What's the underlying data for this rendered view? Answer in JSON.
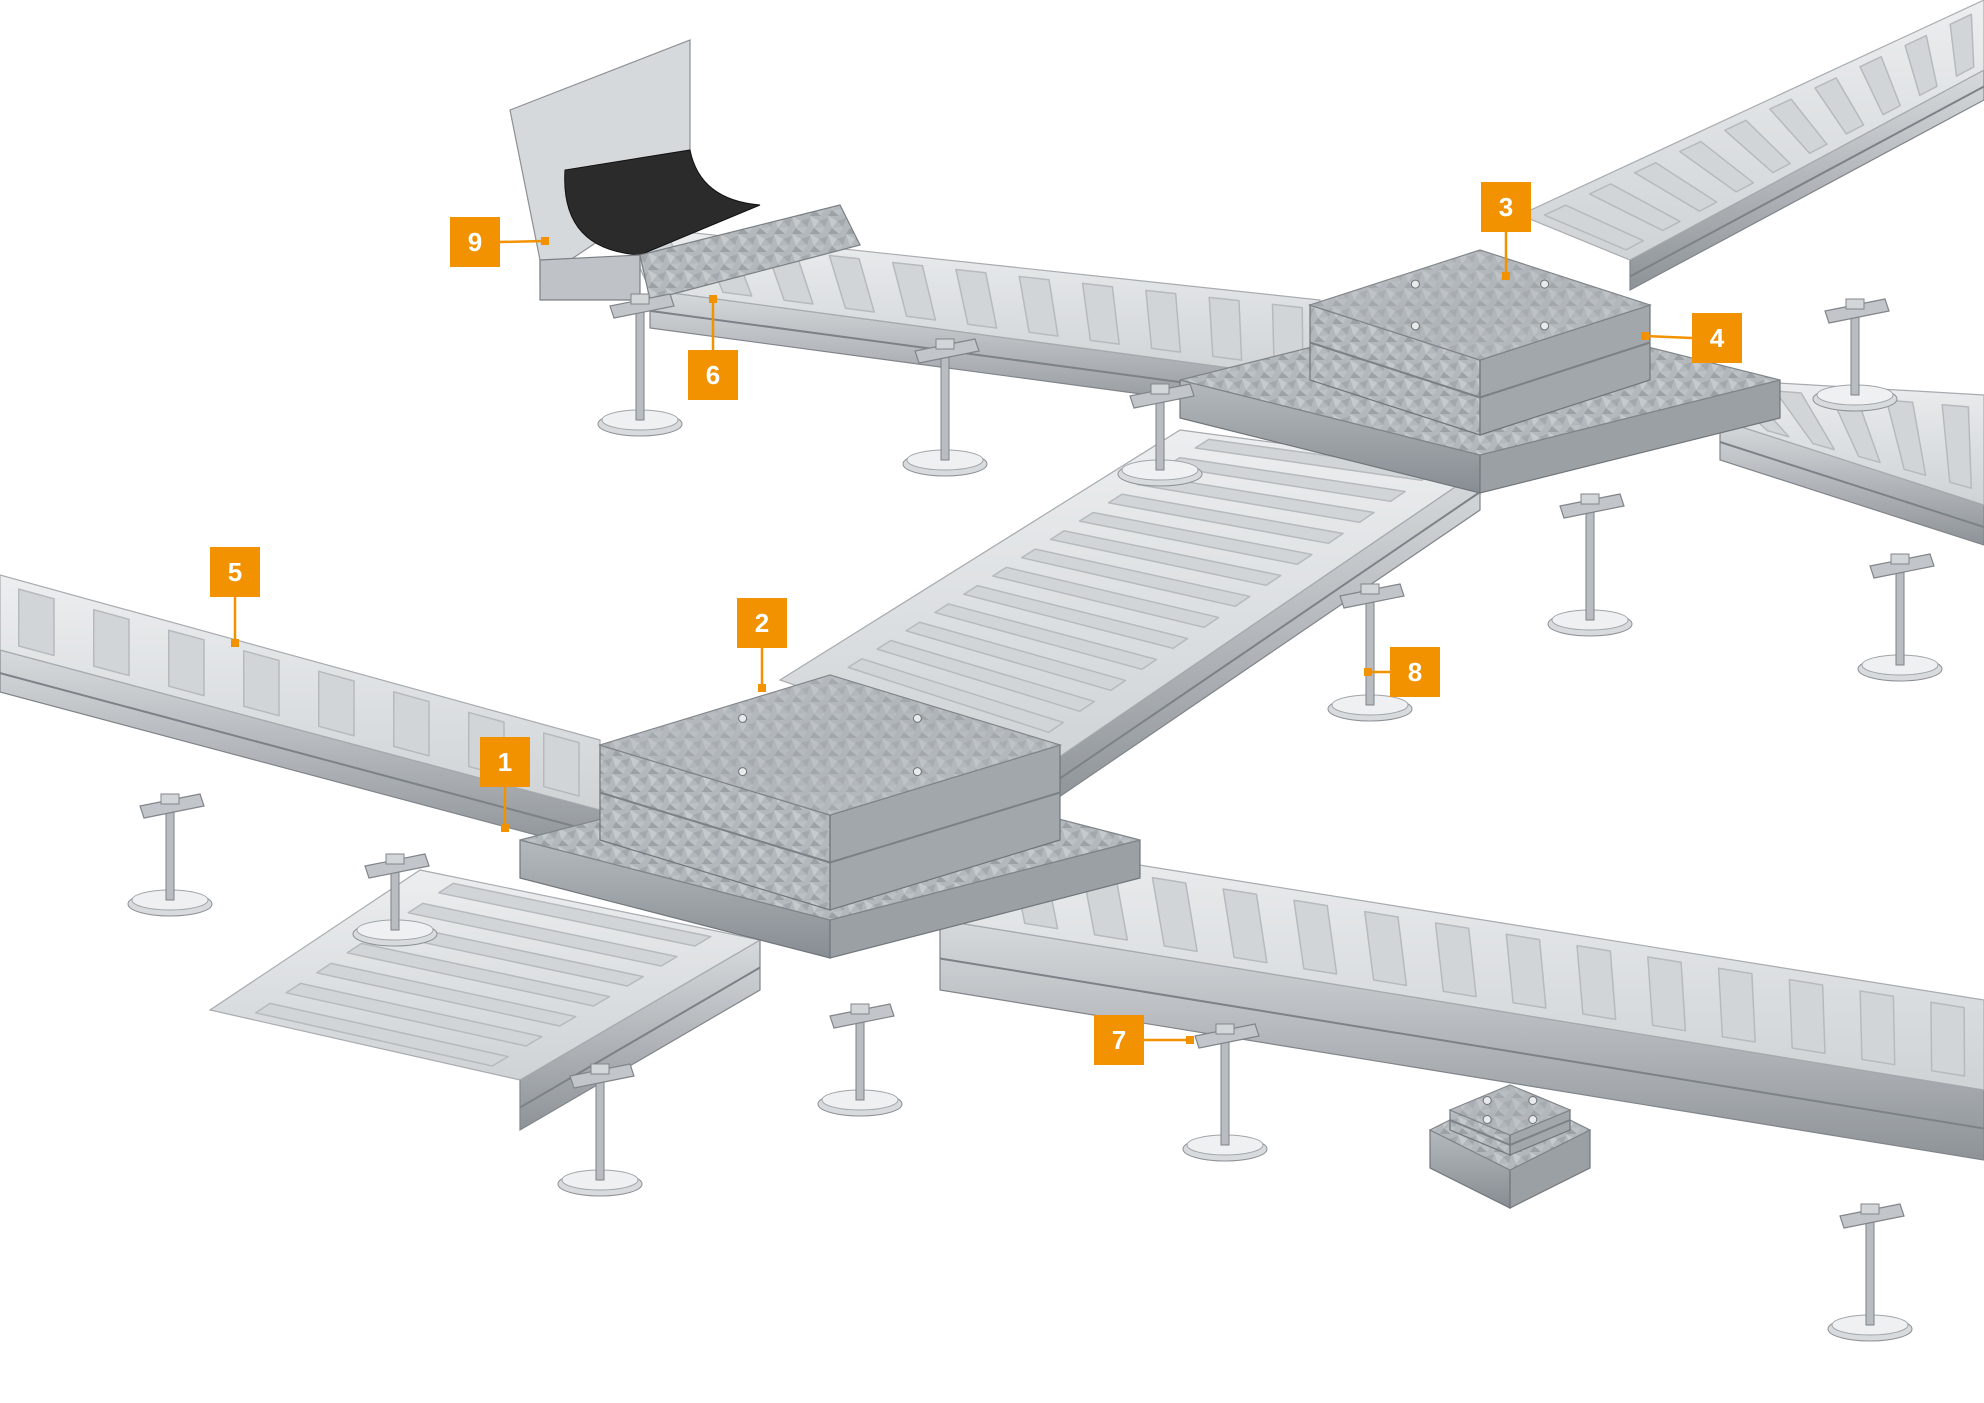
{
  "scene": {
    "description_visible_text": false
  },
  "colors": {
    "callout_orange": "#F39200",
    "callout_text": "#ffffff",
    "leader_line": "#F39200",
    "steel_light": "#e4e6e8",
    "steel_mid": "#c9cdd0",
    "steel_dark": "#9ea3a7",
    "galvanized": "#b7bcc0",
    "galvanized_dark": "#8f959a",
    "slot": "#d2d5d8",
    "slot_edge": "#f4f5f6",
    "rubber": "#2b2b2b"
  },
  "callouts": [
    {
      "id": "1",
      "label": "1",
      "name": "callout-1"
    },
    {
      "id": "2",
      "label": "2",
      "name": "callout-2"
    },
    {
      "id": "3",
      "label": "3",
      "name": "callout-3"
    },
    {
      "id": "4",
      "label": "4",
      "name": "callout-4"
    },
    {
      "id": "5",
      "label": "5",
      "name": "callout-5"
    },
    {
      "id": "6",
      "label": "6",
      "name": "callout-6"
    },
    {
      "id": "7",
      "label": "7",
      "name": "callout-7"
    },
    {
      "id": "8",
      "label": "8",
      "name": "callout-8"
    },
    {
      "id": "9",
      "label": "9",
      "name": "callout-9"
    }
  ]
}
